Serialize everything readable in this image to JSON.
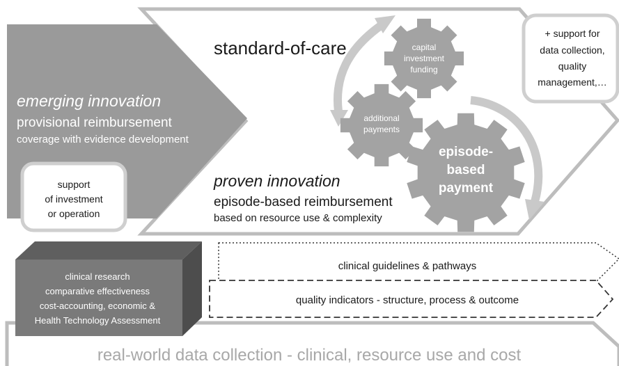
{
  "standard_of_care": {
    "title": "standard-of-care"
  },
  "emerging_innovation": {
    "heading": "emerging innovation",
    "line1": "provisional reimbursement",
    "line2": "coverage with evidence development"
  },
  "support_investment": {
    "line1": "support",
    "line2": "of investment",
    "line3": "or operation"
  },
  "support_data": {
    "line1": "+ support for",
    "line2": "data collection,",
    "line3": "quality",
    "line4": "management,…"
  },
  "gears": {
    "capital": {
      "line1": "capital",
      "line2": "investment",
      "line3": "funding"
    },
    "additional": {
      "line1": "additional",
      "line2": "payments"
    },
    "episode": {
      "line1": "episode-",
      "line2": "based",
      "line3": "payment"
    }
  },
  "proven_innovation": {
    "heading": "proven innovation",
    "line1": "episode-based reimbursement",
    "line2": "based on resource use & complexity"
  },
  "research_block": {
    "line1": "clinical research",
    "line2": "comparative effectiveness",
    "line3": "cost-accounting, economic &",
    "line4": "Health Technology Assessment"
  },
  "guidelines": {
    "label": "clinical guidelines & pathways"
  },
  "quality_indicators": {
    "label": "quality indicators - structure, process & outcome"
  },
  "real_world": {
    "label": "real-world data collection - clinical, resource use and cost"
  },
  "colors": {
    "gray_dark": "#9a9a9a",
    "gray_gear": "#a3a3a3",
    "block_front": "#7a7a7a",
    "text_dark": "#1a1a1a",
    "text_light": "#ffffff",
    "outline": "#bdbdbd"
  }
}
